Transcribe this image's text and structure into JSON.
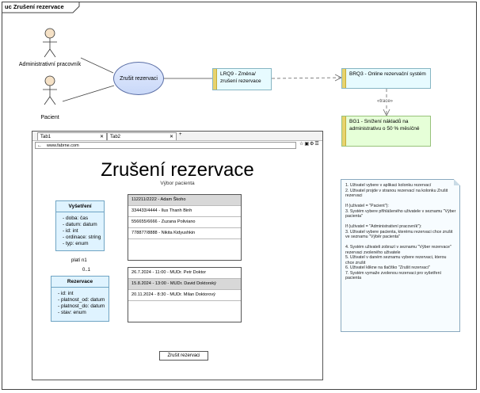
{
  "diagram": {
    "frame_title": "uc Zrušení rezervace",
    "actors": [
      {
        "label": "Administrativní pracovník"
      },
      {
        "label": "Pacient"
      }
    ],
    "use_case": "Zrušit rezervaci",
    "requirements": [
      {
        "text": "LRQ9 - Změna/ zrušení rezervace"
      },
      {
        "text": "BRQ3 - Online rezervační systém"
      },
      {
        "text": "BG1 - Snížení nákladů na administrativu o 50 % měsíčně"
      }
    ],
    "trace_label": "«trace»",
    "note_lines": [
      "1. Uživatel vybere v aplikaci kolonku rezervací",
      "2. Uživatel projde v stranou rezervací na kolonku Zrušit rezervaci",
      "",
      "If (uživatel = \"Pacient\"):",
      "3. Systém vybere přihlášeného uživatele v seznamu \"Výber pacienta\"",
      "",
      "If (uživatel = \"Administrativní pracovník\"):",
      "3. Uživatel vybere pacienta, kterému rezervaci chce zrušit ve seznamu \"Výběr pacienta\"",
      "",
      "4. Systém uživateli zobrazí v seznamu \"Výber rezervace\" rezervaci zvoleného uživatele",
      "5. Uživatel v daném seznamu vybere rezervaci, kterou chce zrušit",
      "6. Uživatel klikne na tlačítko \"Zrušit rezervaci\"",
      "7. Systém vymaže zvolenou rezervaci pro vyšetření pacienta"
    ]
  },
  "browser": {
    "tabs": [
      "Tab1",
      "Tab2"
    ],
    "add_tab": "+",
    "close_glyph": "✕",
    "address": "www.fabrne.com",
    "title": "Zrušení rezervace",
    "subtitle": "Výbor pacienta",
    "patients": [
      {
        "text": "112211/2222 - Adam Škoho",
        "selected": true
      },
      {
        "text": "334433/4444 - Ilus Thanh Binh",
        "selected": false
      },
      {
        "text": "556655/6666 - Zuzana Poliviano",
        "selected": false
      },
      {
        "text": "778877/8888 - Nikita Kidyushkin",
        "selected": false
      }
    ],
    "reservations": [
      {
        "text": "26.7.2024 - 11:00 - MUDr. Petr Doktor",
        "selected": false
      },
      {
        "text": "15.8.2024 - 13:00 - MUDr. David Doktorský",
        "selected": true
      },
      {
        "text": "20.11.2024 - 8:30 - MUDr. Milan Doktorový",
        "selected": false
      }
    ],
    "cancel_button": "Zrušit rezervaci"
  },
  "classes": {
    "vysetreni": {
      "name": "Vyšetření",
      "attrs": [
        "doba: čas",
        "datum: datum",
        "id: int",
        "ordinace: string",
        "typ: enum"
      ]
    },
    "rezervace": {
      "name": "Rezervace",
      "attrs": [
        "id: int",
        "platnost_od: datum",
        "platnost_do: datum",
        "stav: enum"
      ]
    },
    "assoc_role": "platí n1",
    "assoc_mult": "0..1"
  }
}
